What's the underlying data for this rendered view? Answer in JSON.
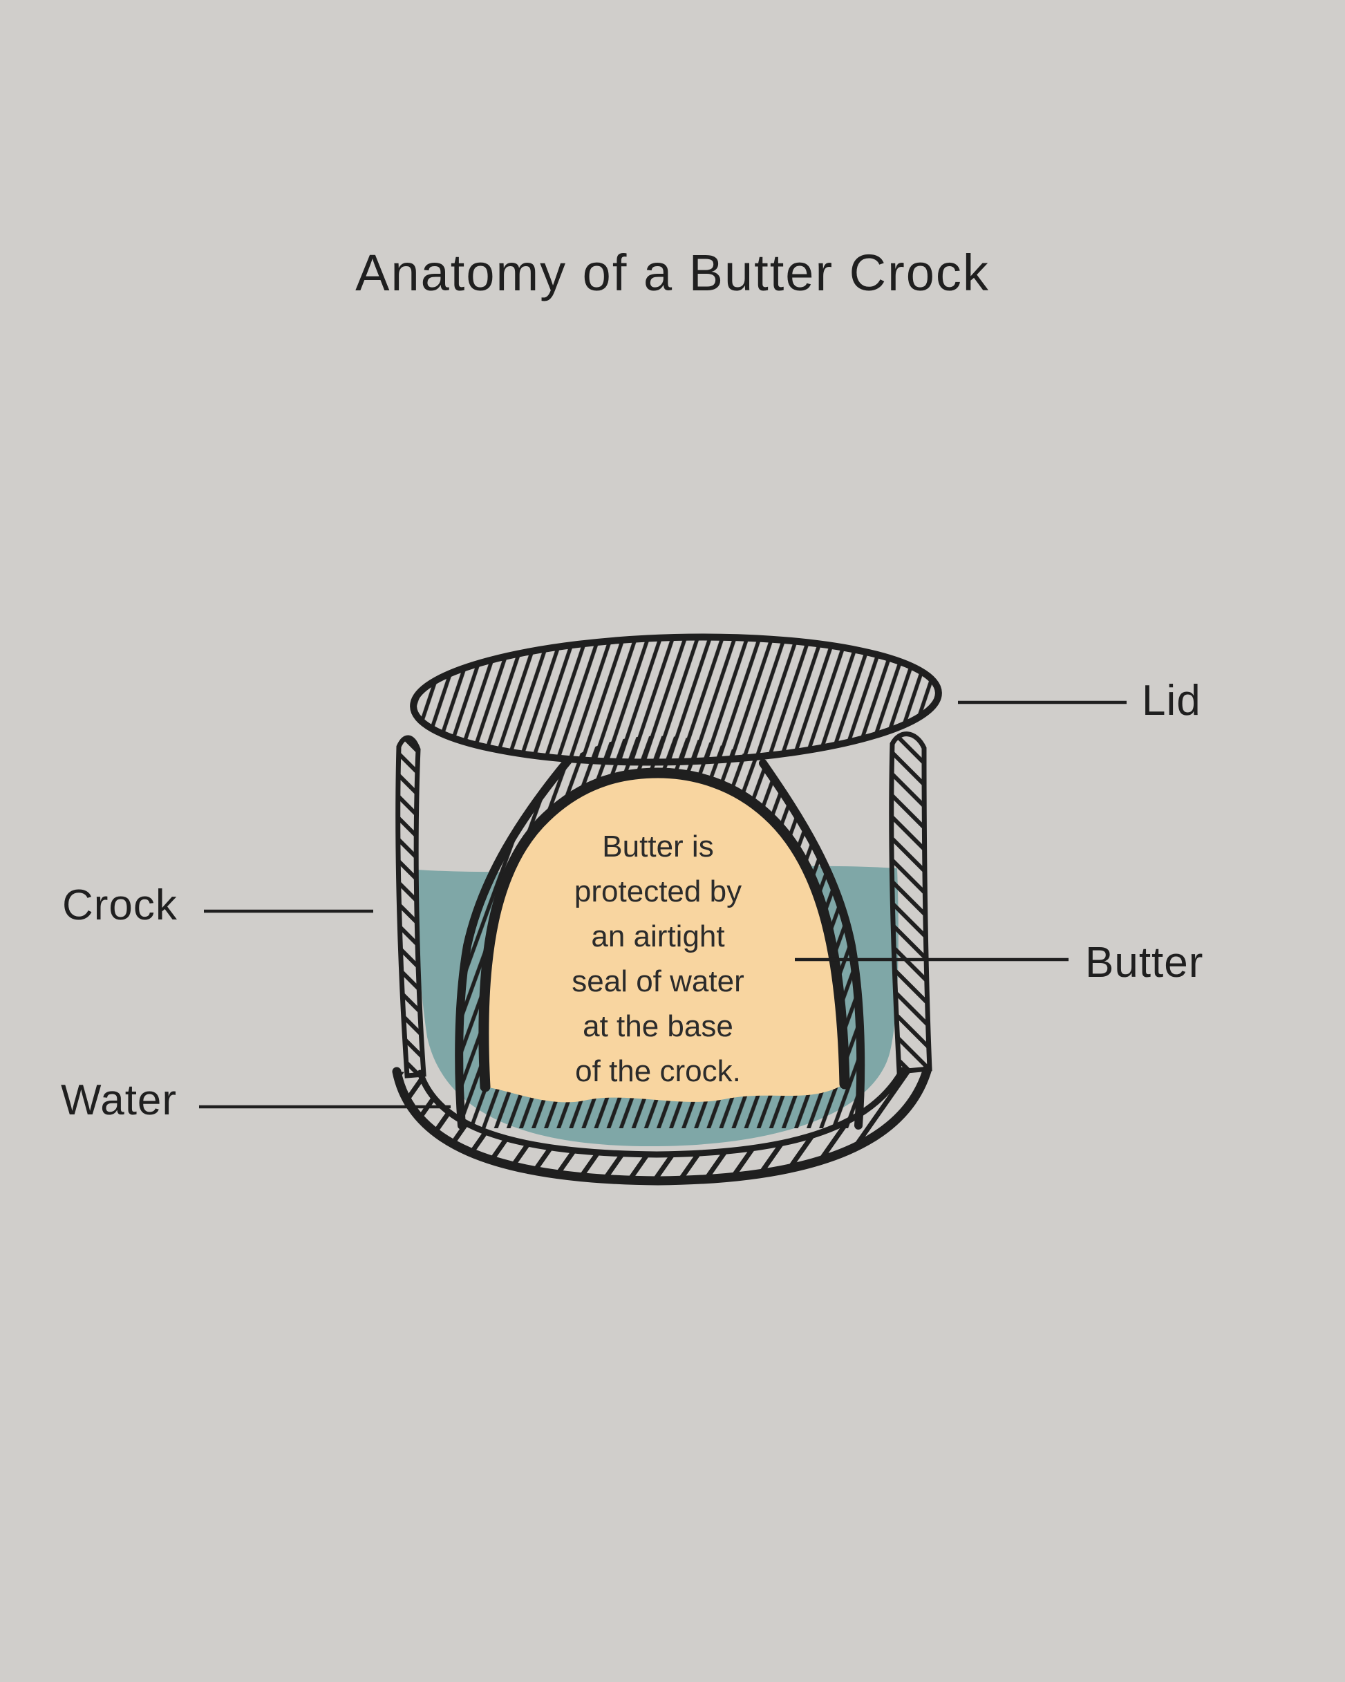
{
  "title": "Anatomy of a Butter Crock",
  "labels": {
    "lid": "Lid",
    "crock": "Crock",
    "butter": "Butter",
    "water": "Water"
  },
  "annotation": {
    "lines": [
      "Butter is",
      "protected by",
      "an airtight",
      "seal of water",
      "at the base",
      "of the crock."
    ]
  },
  "colors": {
    "background": "#d0cecb",
    "ink": "#1f1f1f",
    "butter": "#f8d5a0",
    "water": "#7fa7a7",
    "text": "#2b2b2b"
  }
}
